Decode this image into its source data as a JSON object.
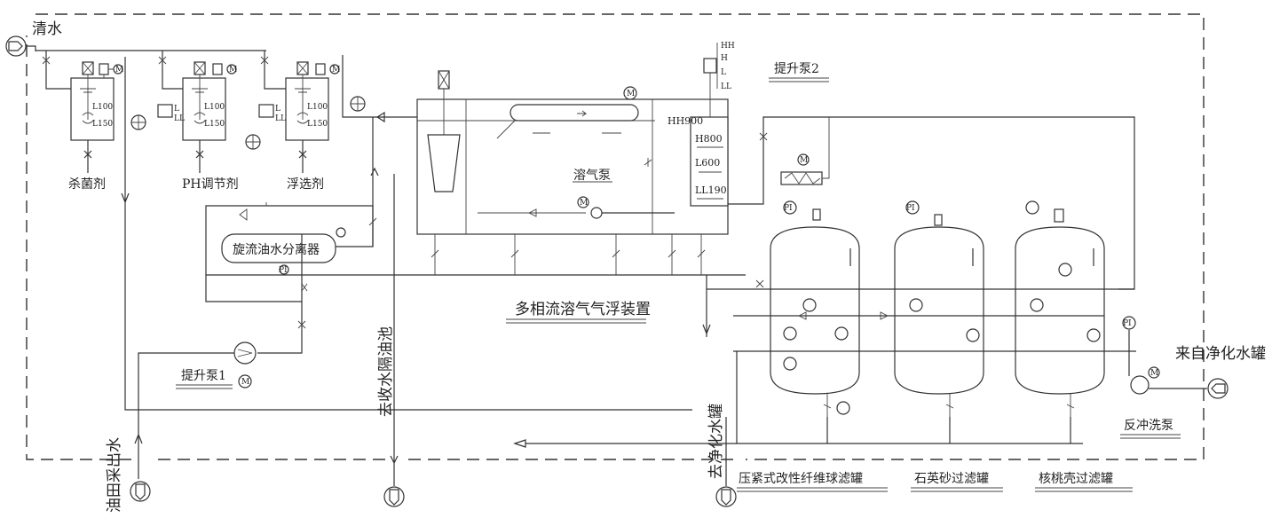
{
  "labels": {
    "clear_water": "清水",
    "bactericide": "杀菌剂",
    "ph_regulator": "PH调节剂",
    "flotation_agent": "浮选剂",
    "lift_pump_2": "提升泵2",
    "dissolved_air_pump": "溶气泵",
    "cyclone_separator": "旋流油水分离器",
    "multiphase_flotation_unit": "多相流溶气气浮装置",
    "lift_pump_1": "提升泵1",
    "to_recovery_tank": "去收水隔油池",
    "oilfield_produced_water": "油田采出水",
    "to_purified_tank": "去净化水罐",
    "from_purified_tank": "来自净化水罐",
    "backwash_pump": "反冲洗泵",
    "fiber_ball_filter": "压紧式改性纤维球滤罐",
    "quartz_sand_filter": "石英砂过滤罐",
    "walnut_shell_filter": "核桃壳过滤罐"
  },
  "tank_levels": {
    "hh900": "HH900",
    "h800": "H800",
    "l600": "L600",
    "ll190": "LL190"
  },
  "level_switch": [
    "HH",
    "H",
    "L",
    "LL"
  ],
  "dosing_tank_marks": {
    "l": "L",
    "ll": "LL",
    "l100": "L100",
    "l150": "L150"
  },
  "instrument_tags": {
    "pi": "PI",
    "motor": "M"
  }
}
